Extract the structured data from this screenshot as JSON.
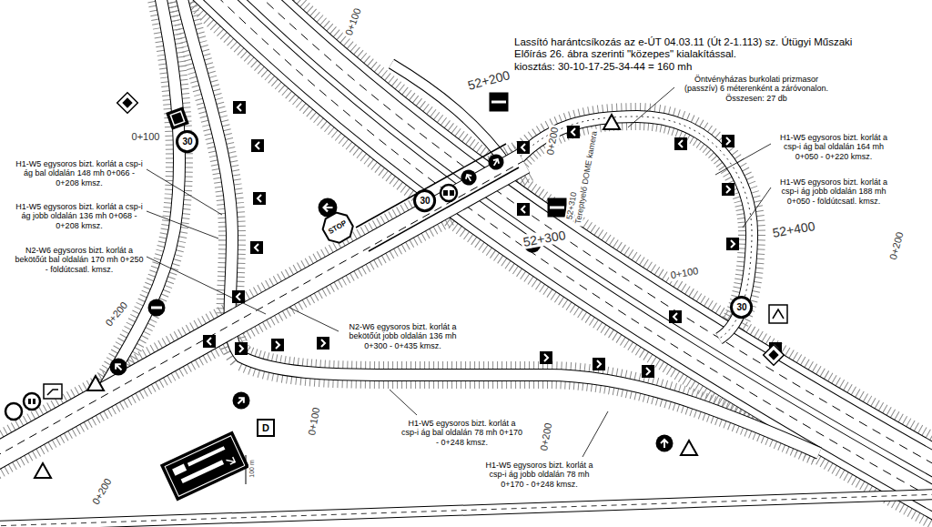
{
  "diagram": {
    "nodes": [
      {
        "text": [
          "30"
        ]
      },
      {
        "text": [
          "30"
        ]
      },
      {
        "text": [
          "STOP"
        ]
      },
      {
        "text": [
          "30"
        ]
      },
      {
        "text": [
          "D"
        ]
      }
    ],
    "labels": [
      "Lassító harántcsíkozás az e-ÚT 04.03.11 (Út 2-1.113) sz. Útügyi Műszaki Előírás 26. ábra szerinti \"közepes\" kialakítással.",
      "kiosztás: 30-10-17-25-34-44 = 160 mh",
      "Öntvényházas burkolati prizmasor (passzív) 6 méterenként a záróvonalon. Összesen: 27 db",
      "H1-W5 egysoros bizt. korlát a csp-i ág bal oldalán 148 mh 0+066 - 0+208 kmsz.",
      "H1-W5 egysoros bizt. korlát a csp-i ág jobb oldalán 136 mh 0+068 - 0+208 kmsz.",
      "N2-W6 egysoros bizt. korlát a bekötőút bal oldalán 170 mh 0+250 - földútcsatl. kmsz.",
      "H1-W5 egysoros bizt. korlát a csp-i ág bal oldalán 164 mh 0+050 - 0+220 kmsz.",
      "H1-W5 egysoros bizt. korlát a csp-i ág jobb oldalán 188 mh 0+050 - földútcsatl. kmsz.",
      "N2-W6 egysoros bizt. korlát a bekötőút jobb oldalán 136 mh 0+300 - 0+435 kmsz.",
      "H1-W5 egysoros bizt. korlát a csp-i ág bal oldalán 78 mh 0+170 - 0+248 kmsz.",
      "H1-W5 egysoros bizt. korlát a csp-i ág jobb oldalán 78 mh 0+170 - 0+248 kmsz.",
      "0+100",
      "52+200",
      "0+200",
      "52+310",
      "Tereptyelő DOME kamera",
      "52+300",
      "52+400",
      "0+200",
      "0+100",
      "0+100",
      "0+200",
      "0+100",
      "0+200",
      "0+200",
      "100 m"
    ]
  }
}
